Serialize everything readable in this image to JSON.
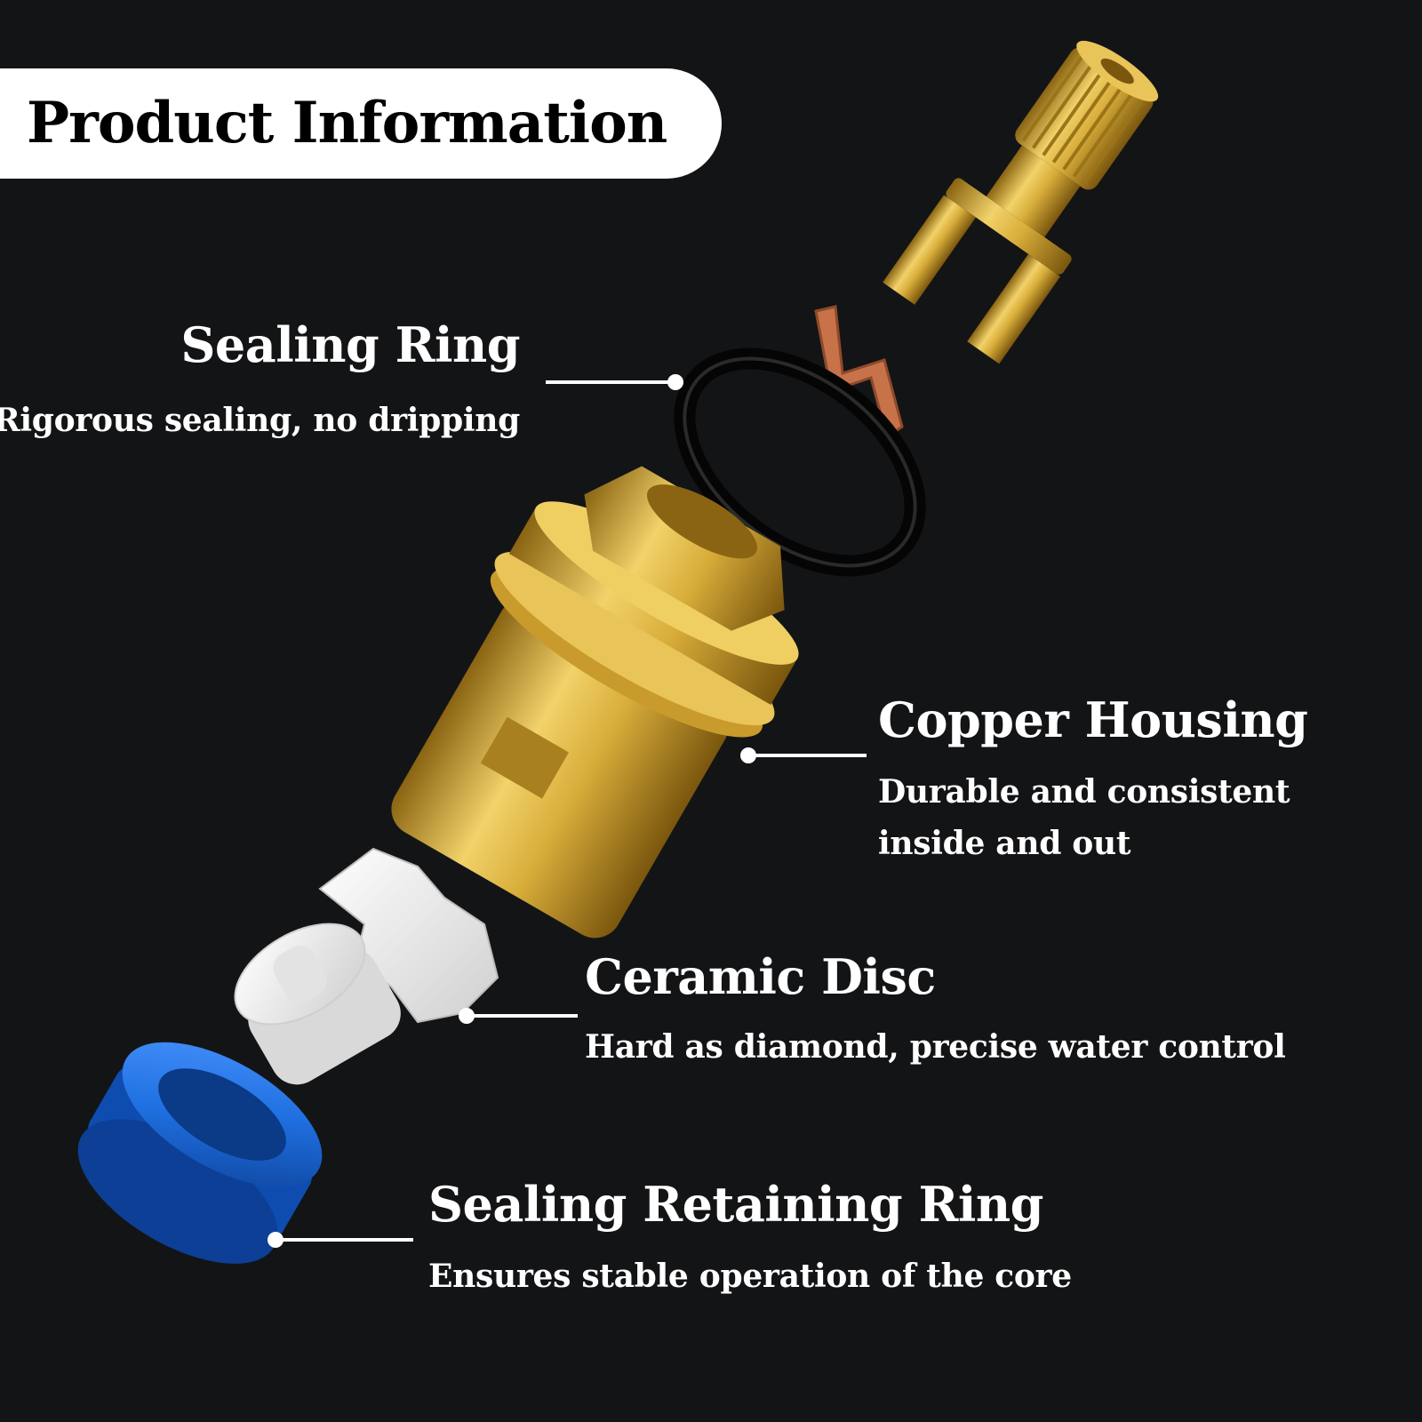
{
  "header": {
    "title": "Product Information"
  },
  "colors": {
    "background": "#131416",
    "brass": "#d8ad3a",
    "copper_spring": "#c8724a",
    "o_ring": "#0a0a0a",
    "ceramic": "#f2f2f2",
    "retaining_ring": "#1f6fe0",
    "callout_line": "#ffffff"
  },
  "parts": [
    {
      "id": "sealing-ring",
      "title": "Sealing Ring",
      "description": "Rigorous sealing, no dripping"
    },
    {
      "id": "copper-housing",
      "title": "Copper Housing",
      "description": "Durable and consistent inside and out"
    },
    {
      "id": "ceramic-disc",
      "title": "Ceramic Disc",
      "description": "Hard as diamond, precise water control"
    },
    {
      "id": "sealing-retaining-ring",
      "title": "Sealing Retaining Ring",
      "description": "Ensures stable operation of the core"
    }
  ]
}
